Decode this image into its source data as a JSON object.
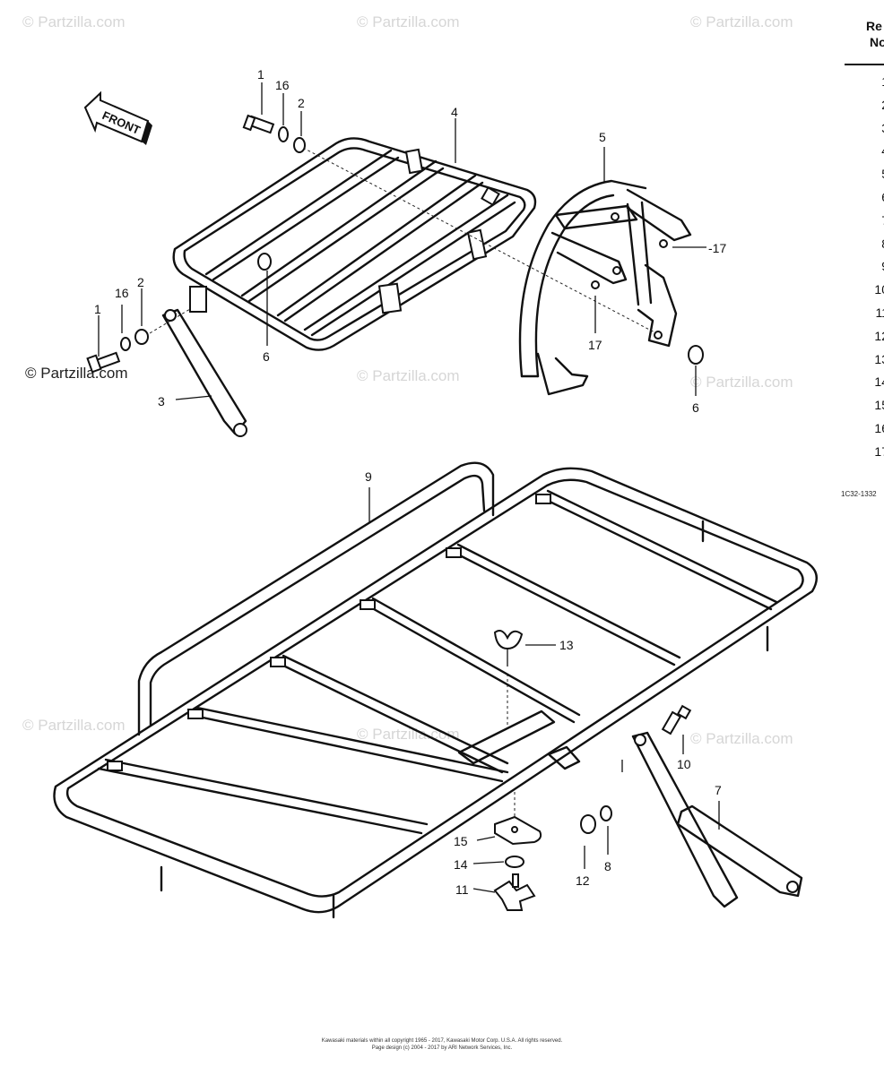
{
  "watermarks": {
    "main": "© Partzilla.com",
    "dark": "© Partzilla.com"
  },
  "front_arrow_label": "FRONT",
  "callouts": {
    "upper_bolt": "1",
    "upper_lockwasher": "16",
    "upper_washer": "2",
    "front_carrier": "4",
    "front_bracket": "5",
    "front_collar_left": "6",
    "front_collar_right": "6",
    "nut_17a": "-17",
    "nut_17b": "17",
    "lower_bolt": "1",
    "lower_lockwasher": "16",
    "lower_washer": "2",
    "stay_front": "3",
    "rear_carrier": "9",
    "wing_bolt": "13",
    "bolt_10": "10",
    "stay_rear": "7",
    "clamp_15": "15",
    "washer_14": "14",
    "knob_11": "11",
    "nut_12": "12",
    "washer_8": "8"
  },
  "side_column": {
    "header_line1": "Re",
    "header_line2": "No",
    "rows": [
      "1",
      "2",
      "3",
      "4",
      "5",
      "6",
      "7",
      "8",
      "9",
      "10",
      "11",
      "12",
      "13",
      "14",
      "15",
      "16",
      "17"
    ],
    "code": "1C32-1332"
  },
  "footer": {
    "line1": "Kawasaki materials within all copyright 1965 - 2017, Kawasaki Motor Corp. U.S.A.  All rights reserved.",
    "line2": "Page design (c) 2004 - 2017 by ARI Network Services, Inc."
  }
}
